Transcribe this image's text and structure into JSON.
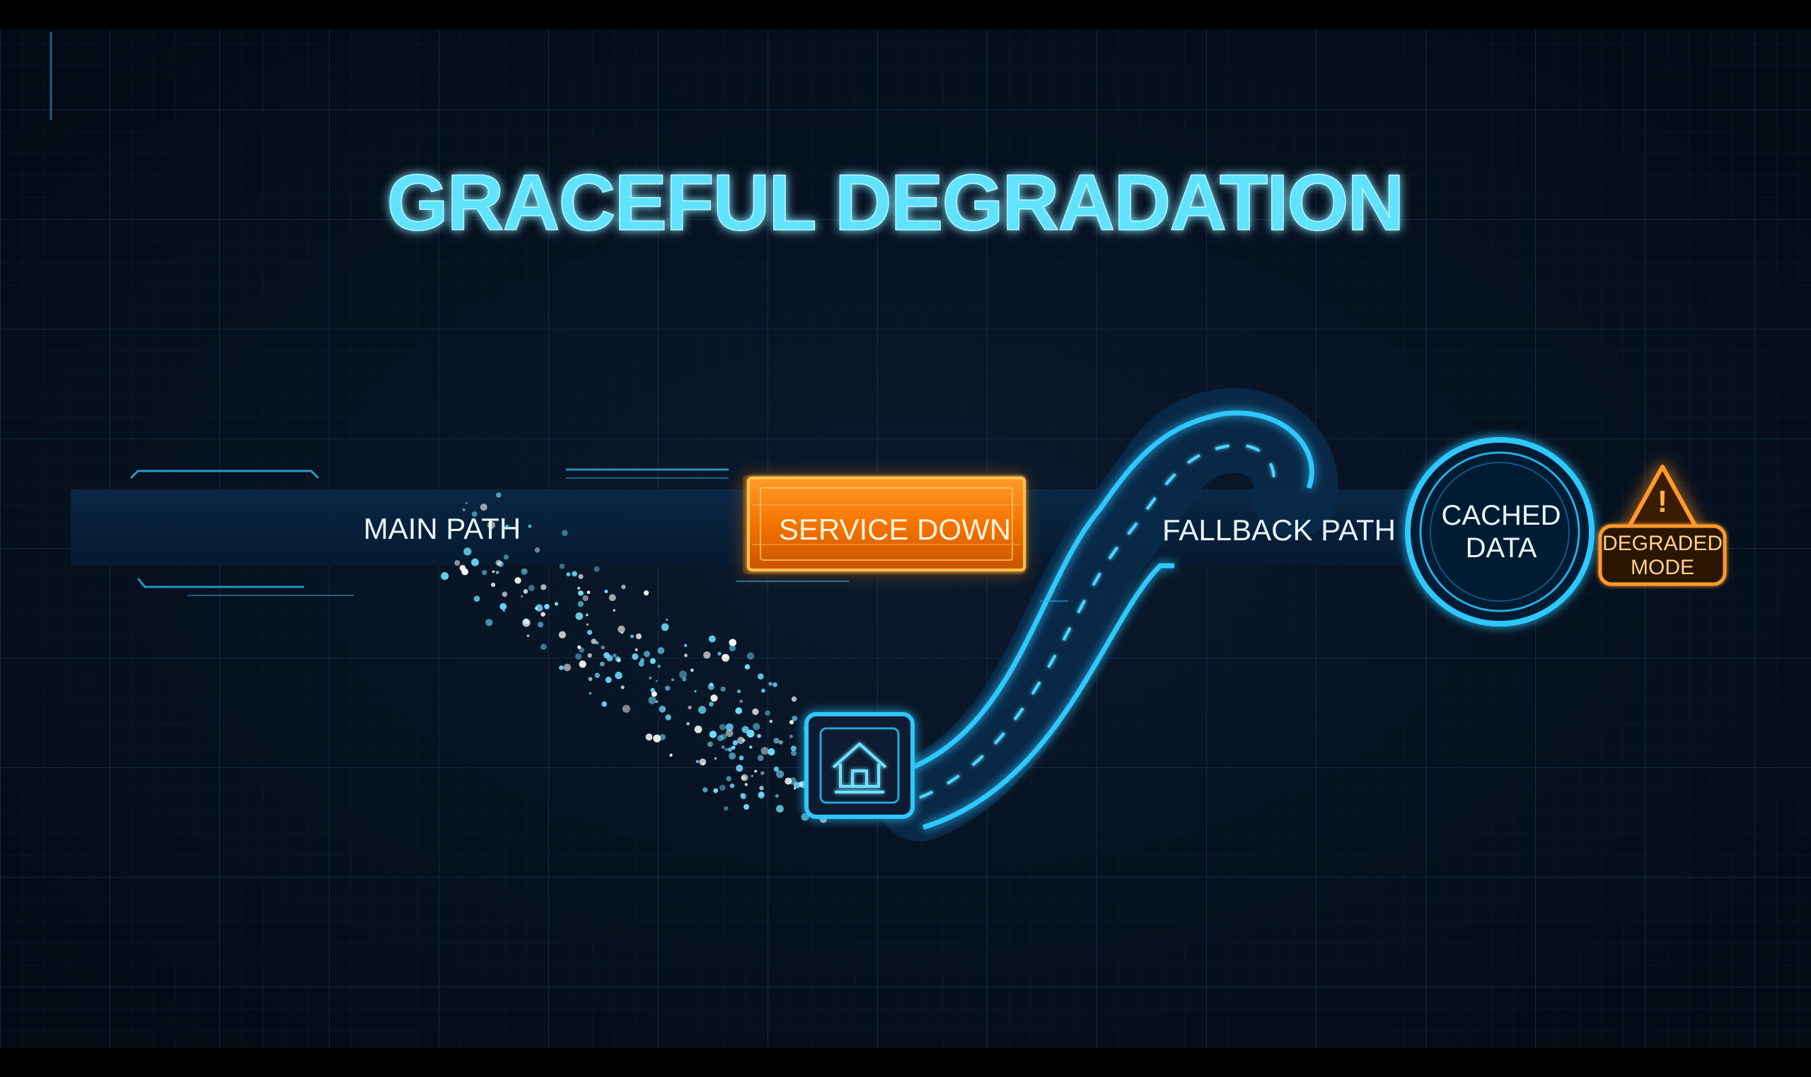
{
  "title": "GRACEFUL DEGRADATION",
  "paths": {
    "main_path": "MAIN PATH",
    "service_down": "SERVICE DOWN",
    "fallback_path": "FALLBACK PATH"
  },
  "cache": {
    "line1": "CACHED",
    "line2": "DATA"
  },
  "warning": {
    "symbol": "!",
    "line1": "DEGRADED",
    "line2": "MODE"
  },
  "colors": {
    "background": "#061220",
    "grid": "#12263d",
    "neon_blue": "#2fc8ff",
    "title_cyan": "#5fe3ff",
    "alert_orange": "#ff8a1a",
    "alert_orange_bright": "#ffc04a"
  },
  "icons": {
    "fallback_node": "house-icon",
    "warning": "warning-triangle-icon"
  }
}
